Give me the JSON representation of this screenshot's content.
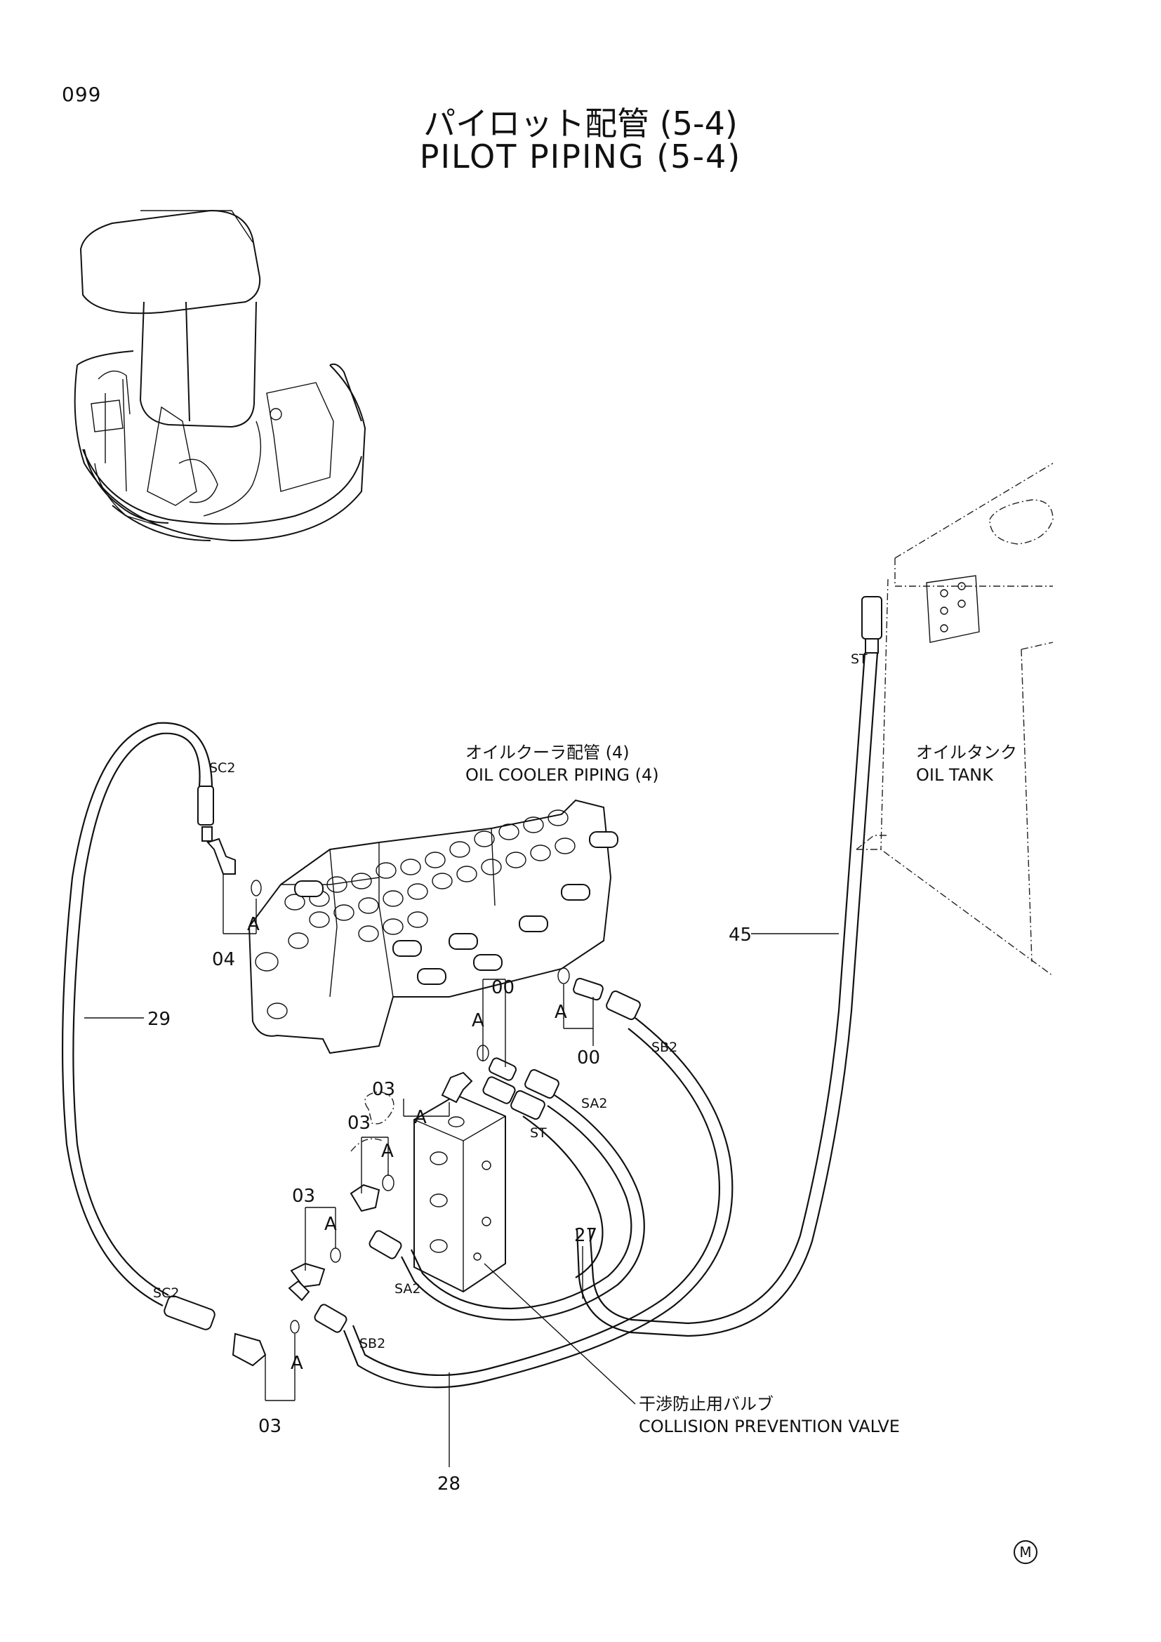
{
  "page": {
    "number": "099",
    "title_jp": "パイロット配管 (5-4)",
    "title_en": "PILOT PIPING (5-4)"
  },
  "callouts": {
    "oil_cooler_jp": "オイルクーラ配管 (4)",
    "oil_cooler_en": "OIL COOLER PIPING (4)",
    "oil_tank_jp": "オイルタンク",
    "oil_tank_en": "OIL TANK",
    "collision_jp": "干渉防止用バルブ",
    "collision_en": "COLLISION PREVENTION VALVE"
  },
  "parts": {
    "p45": "45",
    "p29": "29",
    "p27": "27",
    "p28": "28",
    "p04": "04",
    "p00a": "00",
    "p00b": "00",
    "p03a": "03",
    "p03b": "03",
    "p03c": "03",
    "p03d": "03"
  },
  "ports": {
    "st_top": "ST",
    "sc2_top": "SC2",
    "sb2_right": "SB2",
    "sa2_mid": "SA2",
    "st_mid": "ST",
    "sa2_low": "SA2",
    "sb2_low": "SB2",
    "sc2_low": "SC2"
  },
  "detail": {
    "a1": "A",
    "a2": "A",
    "a3": "A",
    "a4": "A",
    "a5": "A",
    "a6": "A",
    "a7": "A"
  },
  "mark": "M"
}
